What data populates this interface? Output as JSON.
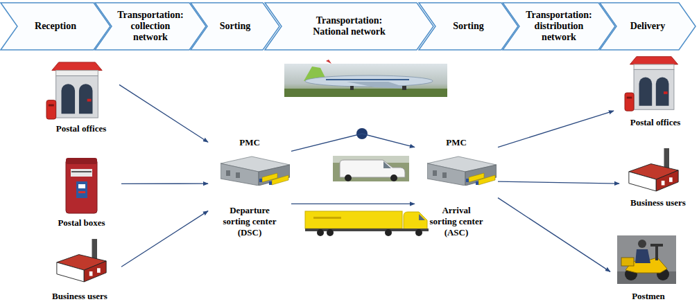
{
  "diagram": {
    "nodes": [
      {
        "text": [
          "Reception"
        ]
      },
      {
        "text": [
          "Transportation: collection network"
        ]
      },
      {
        "text": [
          "Sorting"
        ]
      },
      {
        "text": [
          "Transportation: National network"
        ]
      },
      {
        "text": [
          "Sorting"
        ]
      },
      {
        "text": [
          "Transportation: distribution network"
        ]
      },
      {
        "text": [
          "Delivery"
        ]
      },
      {
        "text": [
          "Postal offices"
        ]
      },
      {
        "text": [
          "Postal boxes"
        ]
      },
      {
        "text": [
          "Business users"
        ]
      },
      {
        "text": [
          "PMC",
          "Departure sorting center (DSC)"
        ]
      },
      {
        "text": [
          "PMC",
          "Arrival sorting center (ASC)"
        ]
      },
      {
        "text": [
          "Postal offices"
        ]
      },
      {
        "text": [
          "Business users"
        ]
      },
      {
        "text": [
          "Postmen"
        ]
      }
    ],
    "edges": [
      {
        "from": 7,
        "to": 10,
        "arrow": "to"
      },
      {
        "from": 8,
        "to": 10,
        "arrow": "to"
      },
      {
        "from": 9,
        "to": 10,
        "arrow": "to"
      },
      {
        "from": 10,
        "to": 11,
        "arrow": "to"
      },
      {
        "from": 10,
        "to": 11,
        "arrow": "to"
      },
      {
        "from": 11,
        "to": 12,
        "arrow": "to"
      },
      {
        "from": 11,
        "to": 13,
        "arrow": "to"
      },
      {
        "from": 11,
        "to": 14,
        "arrow": "to"
      }
    ]
  }
}
